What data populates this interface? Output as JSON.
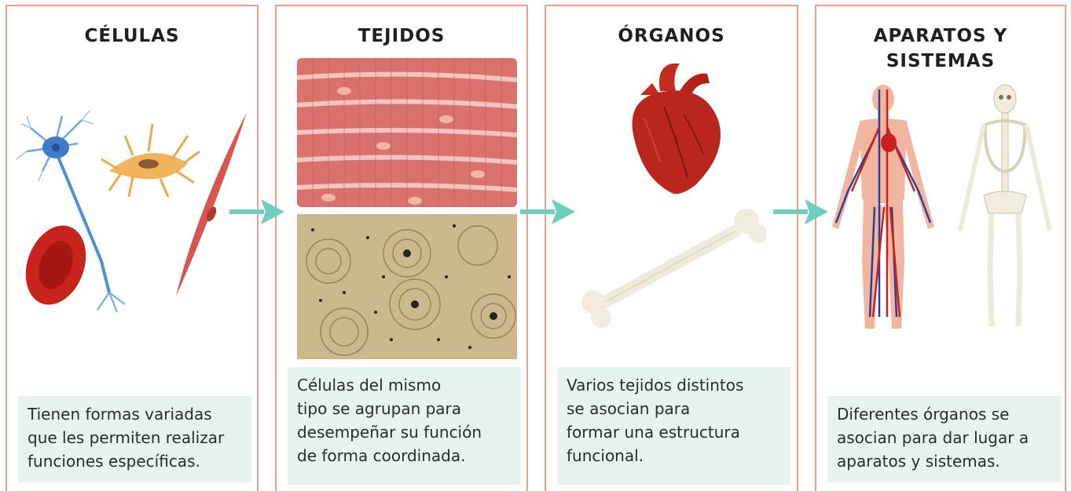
{
  "panels": [
    {
      "title": "CÉLULAS",
      "caption": "Tienen formas variadas\nque les permiten realizar\nfunciones específicas."
    },
    {
      "title": "TEJIDOS",
      "caption": "Células del mismo\ntipo se agrupan para\ndesempeñar su función\nde forma coordinada."
    },
    {
      "title": "ÓRGANOS",
      "caption": "Varios tejidos distintos\nse asocian para\nformar una estructura\nfuncional."
    },
    {
      "title": "APARATOS Y\nSISTEMAS",
      "caption": "Diferentes órganos se\nasocian para dar lugar a\naparatos y sistemas."
    }
  ],
  "colors": {
    "border": "#e8a38e",
    "caption_bg": "#e6f3ef",
    "arrow": "#6fcfbd"
  },
  "icons": {
    "cells": [
      "neuron-cell-icon",
      "fibroblast-cell-icon",
      "red-blood-cell-icon",
      "muscle-cell-icon"
    ],
    "tissues": [
      "muscle-tissue-image",
      "bone-tissue-image"
    ],
    "organs": [
      "heart-icon",
      "femur-bone-icon"
    ],
    "systems": [
      "circulatory-system-figure",
      "skeleton-figure"
    ]
  }
}
